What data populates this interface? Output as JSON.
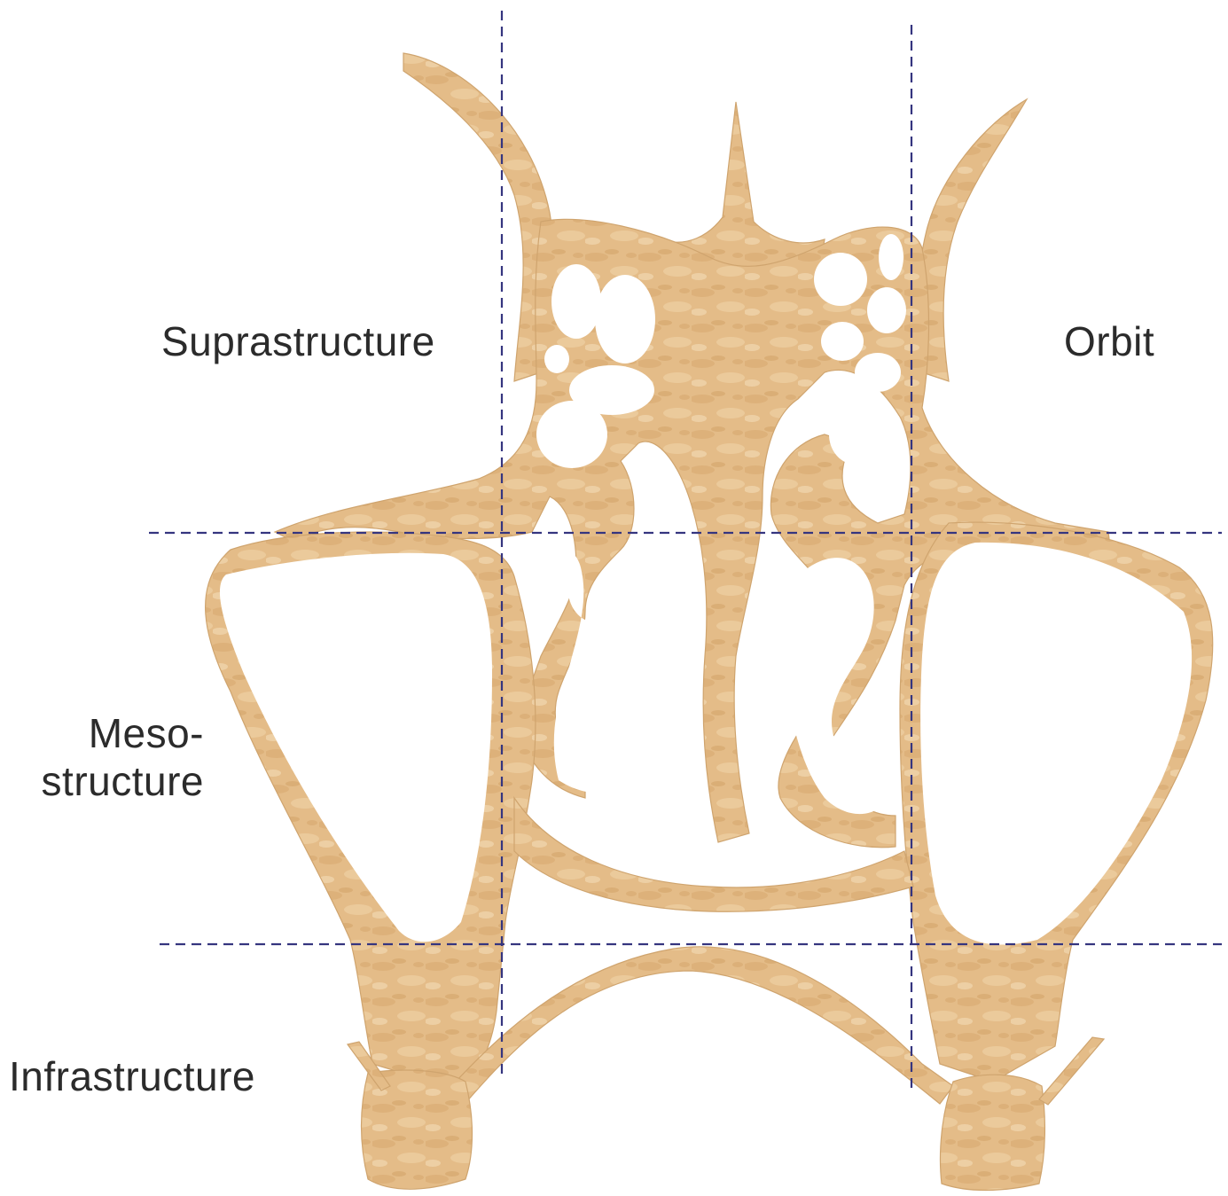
{
  "labels": {
    "suprastructure": "Suprastructure",
    "orbit": "Orbit",
    "meso_line1": "Meso-",
    "meso_line2": "structure",
    "infrastructure": "Infrastructure"
  },
  "colors": {
    "bone": "#e2b883",
    "bone_dark": "#c99a5e",
    "dashed_lines": "#35357f",
    "text": "#2b2b2b"
  }
}
